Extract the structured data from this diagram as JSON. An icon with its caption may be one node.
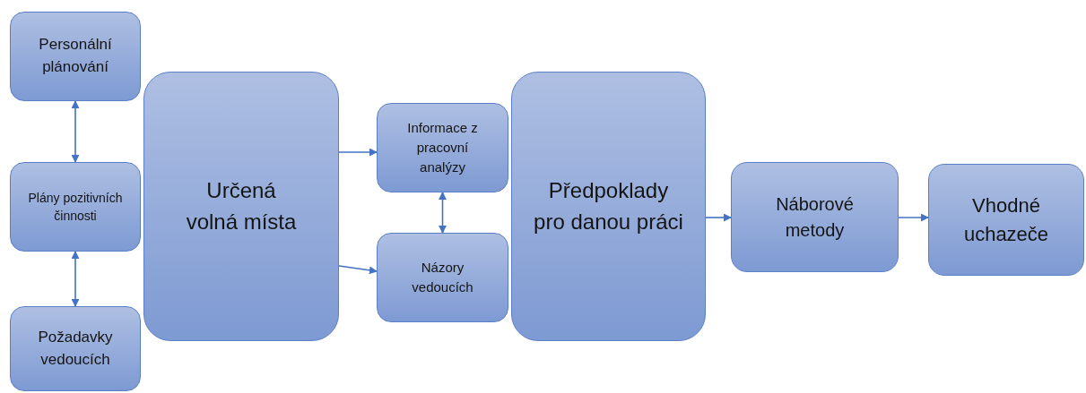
{
  "diagram": {
    "nodes": [
      {
        "text": [
          "Personální plánování"
        ]
      },
      {
        "text": [
          "Plány pozitivních činnosti"
        ]
      },
      {
        "text": [
          "Požadavky vedoucích"
        ]
      },
      {
        "text": [
          "Určená volná místa"
        ]
      },
      {
        "text": [
          "Informace z pracovní analýzy"
        ]
      },
      {
        "text": [
          "Názory vedoucích"
        ]
      },
      {
        "text": [
          "Předpoklady pro danou práci"
        ]
      },
      {
        "text": [
          "Náborové metody"
        ]
      },
      {
        "text": [
          "Vhodné uchazeče"
        ]
      }
    ],
    "edges": [
      {
        "from": 0,
        "to": 1,
        "arrow": "both"
      },
      {
        "from": 1,
        "to": 2,
        "arrow": "both"
      },
      {
        "from": 3,
        "to": 4,
        "arrow": "to"
      },
      {
        "from": 3,
        "to": 5,
        "arrow": "to"
      },
      {
        "from": 4,
        "to": 5,
        "arrow": "both"
      },
      {
        "from": 6,
        "to": 7,
        "arrow": "to"
      },
      {
        "from": 7,
        "to": 8,
        "arrow": "to"
      }
    ]
  }
}
